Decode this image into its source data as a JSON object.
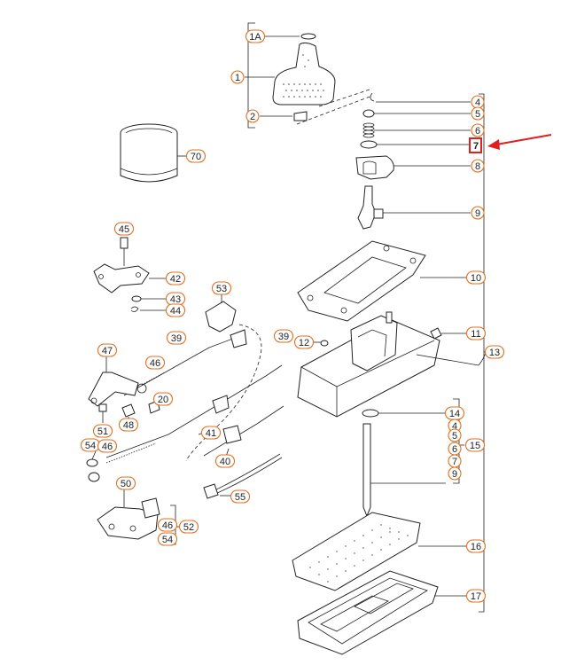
{
  "colors": {
    "callout_border": "#e07020",
    "highlight": "#e02020",
    "arrow": "#e02020",
    "line": "#222222"
  },
  "callouts": {
    "p1a": "1A",
    "p1": "1",
    "p2": "2",
    "p70": "70",
    "p4": "4",
    "p5": "5",
    "p6": "6",
    "p7": "7",
    "p8": "8",
    "p9": "9",
    "p10": "10",
    "p11": "11",
    "p12": "12",
    "p13": "13",
    "p14": "14",
    "p4b": "4",
    "p5b": "5",
    "p6b": "6",
    "p7b": "7",
    "p9b": "9",
    "p15": "15",
    "p16": "16",
    "p17": "17",
    "p45": "45",
    "p42": "42",
    "p43": "43",
    "p44": "44",
    "p53": "53",
    "p39a": "39",
    "p39b": "39",
    "p47": "47",
    "p46a": "46",
    "p20": "20",
    "p51": "51",
    "p48": "48",
    "p41": "41",
    "p40": "40",
    "p54a": "54",
    "p46b": "46",
    "p50": "50",
    "p55": "55",
    "p46c": "46",
    "p54b": "54",
    "p52": "52"
  },
  "highlighted_item": "7",
  "icons": [
    "arrow-pointer-icon"
  ]
}
